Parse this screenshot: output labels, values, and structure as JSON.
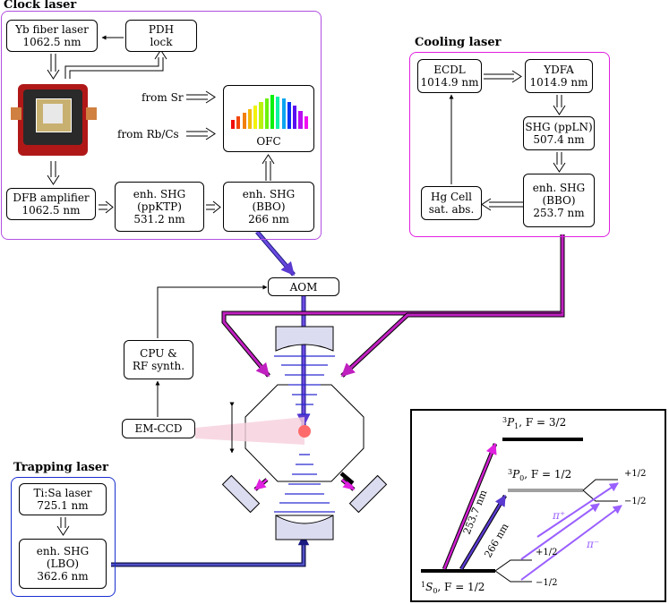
{
  "clock_laser": {
    "title": "Clock laser",
    "yb_laser": [
      "Yb fiber laser",
      "1062.5 nm"
    ],
    "pdh_lock": [
      "PDH",
      "lock"
    ],
    "from_sr": "from Sr",
    "from_rbcs": "from Rb/Cs",
    "ofc": "OFC",
    "dfb_amp": [
      "DFB amplifier",
      "1062.5 nm"
    ],
    "shg_ppktp": [
      "enh. SHG",
      "(ppKTP)",
      "531.2 nm"
    ],
    "shg_bbo": [
      "enh. SHG",
      "(BBO)",
      "266 nm"
    ]
  },
  "cooling_laser": {
    "title": "Cooling laser",
    "ecdl": [
      "ECDL",
      "1014.9 nm"
    ],
    "ydfa": [
      "YDFA",
      "1014.9 nm"
    ],
    "shg_ppln": [
      "SHG (ppLN)",
      "507.4 nm"
    ],
    "shg_bbo": [
      "enh. SHG",
      "(BBO)",
      "253.7 nm"
    ],
    "hg_cell": [
      "Hg Cell",
      "sat. abs."
    ]
  },
  "trapping_laser": {
    "title": "Trapping laser",
    "tisa": [
      "Ti:Sa laser",
      "725.1 nm"
    ],
    "shg_lbo": [
      "enh. SHG",
      "(LBO)",
      "362.6 nm"
    ]
  },
  "control": {
    "aom": "AOM",
    "cpu": [
      "CPU &",
      "RF synth."
    ],
    "emccd": "EM-CCD"
  },
  "level_scheme": {
    "p1_label": "P",
    "p1_sup": "3",
    "p1_sub": "1",
    "p1_suffix": ", F = 3/2",
    "p0_label": "P",
    "p0_sup": "3",
    "p0_sub": "0",
    "p0_suffix": ", F = 1/2",
    "s0_label": "S",
    "s0_sup": "1",
    "s0_sub": "0",
    "s0_suffix": ", F = 1/2",
    "lambda_2537": "253.7 nm",
    "lambda_266": "266 nm",
    "p0_plus": "+1/2",
    "p0_minus": "−1/2",
    "s0_plus": "+1/2",
    "s0_minus": "−1/2",
    "pi_plus": "π⁺",
    "pi_minus": "π⁻"
  },
  "colors": {
    "clock_panel": "#b24fe0",
    "cooling_panel": "#e020e0",
    "trapping_panel": "#1a2fcf",
    "uv_beam": "#5a3ad0",
    "cooling_beam": "#c020c0",
    "trap_beam": "#2a2a9a",
    "transition": "#9a60ff",
    "atom": "#ff6b6b"
  }
}
